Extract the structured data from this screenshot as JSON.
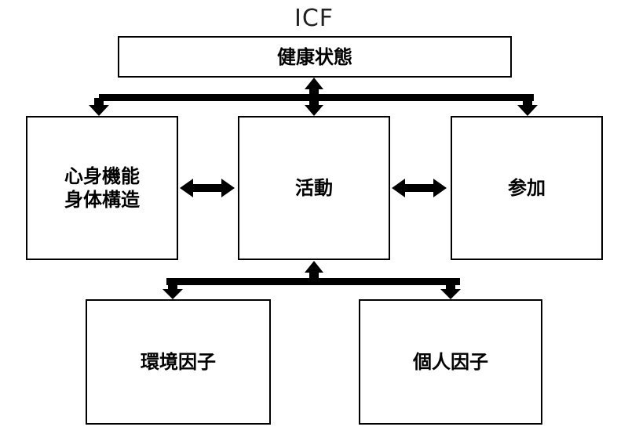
{
  "diagram": {
    "title": "ICF",
    "health": "健康状態",
    "body_function": "心身機能",
    "body_structure": "身体構造",
    "activity": "活動",
    "participation": "参加",
    "environmental": "環境因子",
    "personal": "個人因子"
  }
}
